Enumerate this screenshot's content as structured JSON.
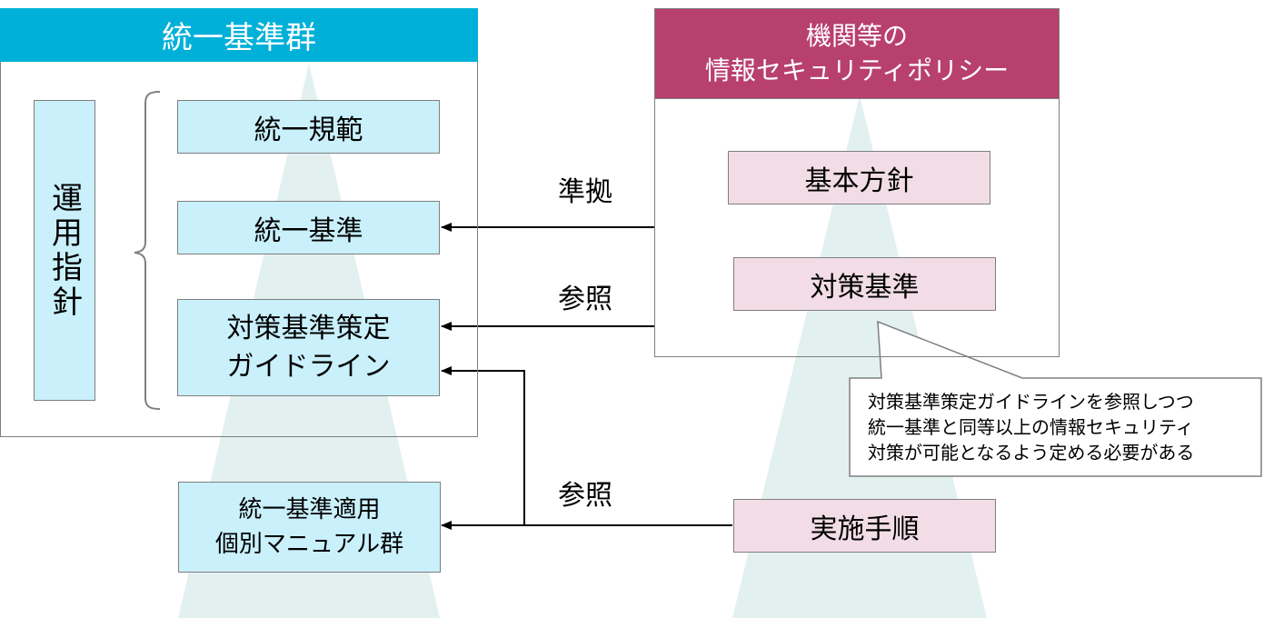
{
  "left_group": {
    "title": "統一基準群",
    "side_label": "運用指針",
    "items": [
      "統一規範",
      "統一基準"
    ],
    "guideline": [
      "対策基準策定",
      "ガイドライン"
    ]
  },
  "manual": [
    "統一基準適用",
    "個別マニュアル群"
  ],
  "right_group": {
    "title_lines": [
      "機関等の",
      "情報セキュリティポリシー"
    ],
    "items": [
      "基本方針",
      "対策基準"
    ]
  },
  "procedure": "実施手順",
  "arrow_labels": {
    "comply": "準拠",
    "refer1": "参照",
    "refer2": "参照"
  },
  "callout_lines": [
    "対策基準策定ガイドラインを参照しつつ",
    "統一基準と同等以上の情報セキュリティ",
    "対策が可能となるよう定める必要がある"
  ],
  "colors": {
    "blue_header": "#00b0d8",
    "light_blue": "#c9f0fb",
    "magenta_header": "#b8406e",
    "light_pink": "#f2dde6",
    "triangle": "#e2f0f0"
  }
}
